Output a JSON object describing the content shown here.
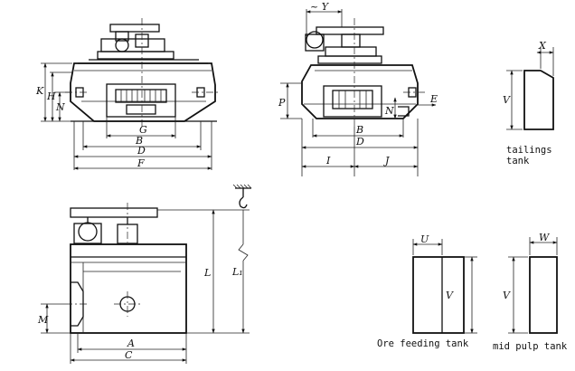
{
  "labels": {
    "K": "K",
    "H": "H",
    "N": "N",
    "G": "G",
    "B": "B",
    "D": "D",
    "F": "F",
    "Y": "~ Y",
    "P": "P",
    "E": "E",
    "I": "I",
    "J": "J",
    "X": "X",
    "V": "V",
    "U": "U",
    "W": "W",
    "L": "L",
    "L1": "L₁",
    "M": "M",
    "A": "A",
    "C": "C"
  },
  "captions": {
    "tailings": [
      "tailings",
      "tank"
    ],
    "ore_feeding": "Ore feeding tank",
    "mid_pulp": "mid pulp tank"
  }
}
